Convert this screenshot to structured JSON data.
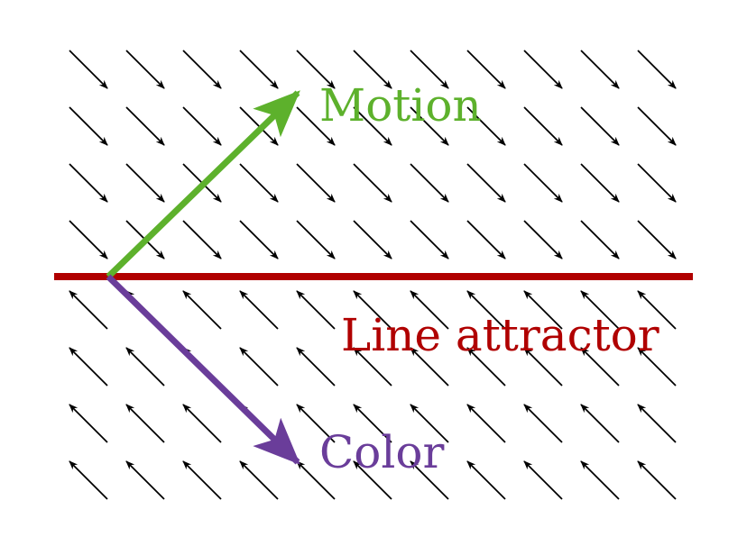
{
  "labels": {
    "motion": "Motion",
    "line_attractor": "Line attractor",
    "color": "Color"
  },
  "colors": {
    "motion": "#5db12c",
    "line_attractor": "#b00000",
    "color": "#6a3d9a",
    "flow": "#000000"
  },
  "flow_field": {
    "above_line_direction": "down-right",
    "below_line_direction": "up-left",
    "rows_above": 4,
    "rows_below": 4,
    "columns": 11
  }
}
